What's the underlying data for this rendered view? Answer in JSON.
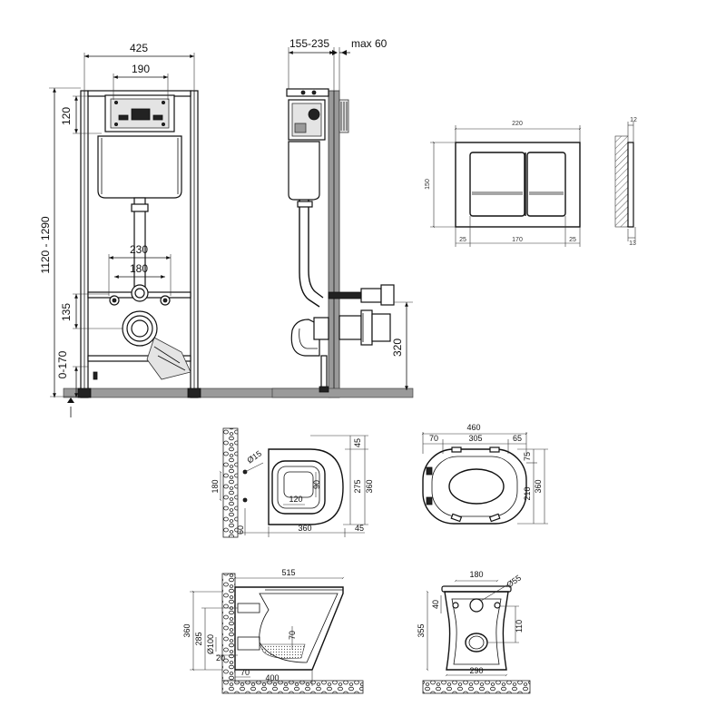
{
  "frame_front": {
    "width": "425",
    "panel_width": "190",
    "top_offset": "120",
    "height_range": "1120 - 1290",
    "pipe_spacing": "230",
    "stud_spacing": "180",
    "drain_height": "135",
    "leg_extension": "0-170"
  },
  "frame_side": {
    "depth_range": "155-235",
    "wall_max": "max 60",
    "outlet_height": "320"
  },
  "flush_plate": {
    "width": "220",
    "height": "150",
    "margin_left": "25",
    "button_width": "170",
    "margin_right": "25",
    "thickness_top": "12",
    "thickness_bottom": "13"
  },
  "bowl_top": {
    "hole_dia": "Ø15",
    "anchor_spacing": "180",
    "offset_60": "60",
    "inner_width": "120",
    "inner_depth": "90",
    "length": "360",
    "overhang": "45",
    "depth_275": "275",
    "depth_360": "360",
    "depth_45": "45"
  },
  "seat_top": {
    "width": "460",
    "left": "70",
    "hinge": "305",
    "right": "65",
    "top_offset": "75",
    "mid": "210",
    "total": "360"
  },
  "bowl_side": {
    "length": "515",
    "height": "360",
    "outlet_height": "285",
    "pipe_dia": "Ø100",
    "water_level": "70",
    "base_offset": "20",
    "outlet_offset": "70",
    "base_length": "400"
  },
  "bowl_back": {
    "hole_spacing": "180",
    "hole_dia": "Ø55",
    "hole_height": "40",
    "height": "355",
    "outlet_depth": "110",
    "width": "290"
  }
}
